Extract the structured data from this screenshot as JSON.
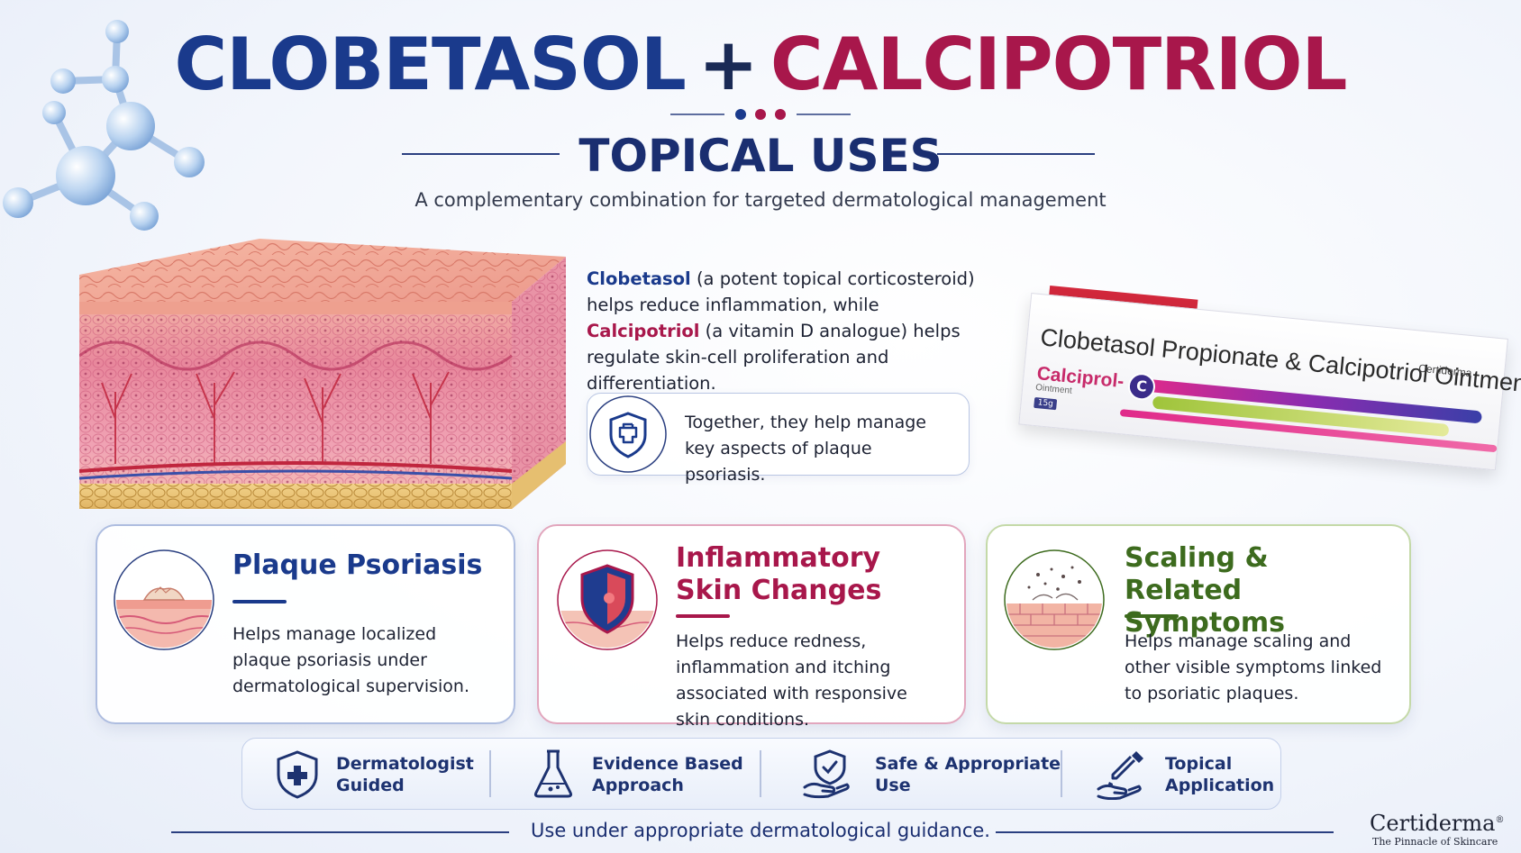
{
  "header": {
    "title_part1": "CLOBETASOL",
    "title_plus": "+",
    "title_part2": "CALCIPOTRIOL",
    "subtitle": "TOPICAL USES",
    "tagline": "A complementary combination for targeted dermatological management"
  },
  "description": {
    "term1": "Clobetasol",
    "text1": " (a potent topical corticosteroid) helps reduce inflammation, while ",
    "term2": "Calcipotriol",
    "text2": " (a vitamin D analogue) helps regulate skin-cell proliferation and differentiation.",
    "together": "Together, they help manage key aspects of plaque psoriasis."
  },
  "product": {
    "name": "Clobetasol Propionate & Calcipotriol Ointment",
    "brand": "Calciprol-",
    "brand_mark": "C",
    "form": "Ointment",
    "maker": "Certiderma",
    "quantity": "15g"
  },
  "cards": [
    {
      "title": "Plaque Psoriasis",
      "text": "Helps manage localized plaque psoriasis under dermatological supervision.",
      "icon": "psoriasis-skin-icon",
      "color": "#1a3a8c"
    },
    {
      "title_line1": "Inflammatory",
      "title_line2": "Skin Changes",
      "text": "Helps reduce redness, inflammation and itching associated with responsive skin conditions.",
      "icon": "inflamed-skin-shield-icon",
      "color": "#a8174b"
    },
    {
      "title_line1": "Scaling &",
      "title_line2": "Related Symptoms",
      "text": "Helps manage scaling and other visible symptoms linked to psoriatic plaques.",
      "icon": "scaling-skin-icon",
      "color": "#3d6b1e"
    }
  ],
  "features": [
    {
      "line1": "Dermatologist",
      "line2": "Guided",
      "icon": "shield-cross-icon"
    },
    {
      "line1": "Evidence Based",
      "line2": "Approach",
      "icon": "flask-icon"
    },
    {
      "line1": "Safe & Appropriate",
      "line2": "Use",
      "icon": "hand-shield-icon"
    },
    {
      "line1": "Topical",
      "line2": "Application",
      "icon": "dropper-hand-icon"
    }
  ],
  "footer": {
    "note": "Use under appropriate dermatological guidance.",
    "brand": "Certiderma",
    "brand_mark": "®",
    "brand_tagline": "The Pinnacle of Skincare"
  },
  "colors": {
    "primary_blue": "#1a3a8c",
    "accent_red": "#a8174b",
    "accent_green": "#3d6b1e"
  }
}
